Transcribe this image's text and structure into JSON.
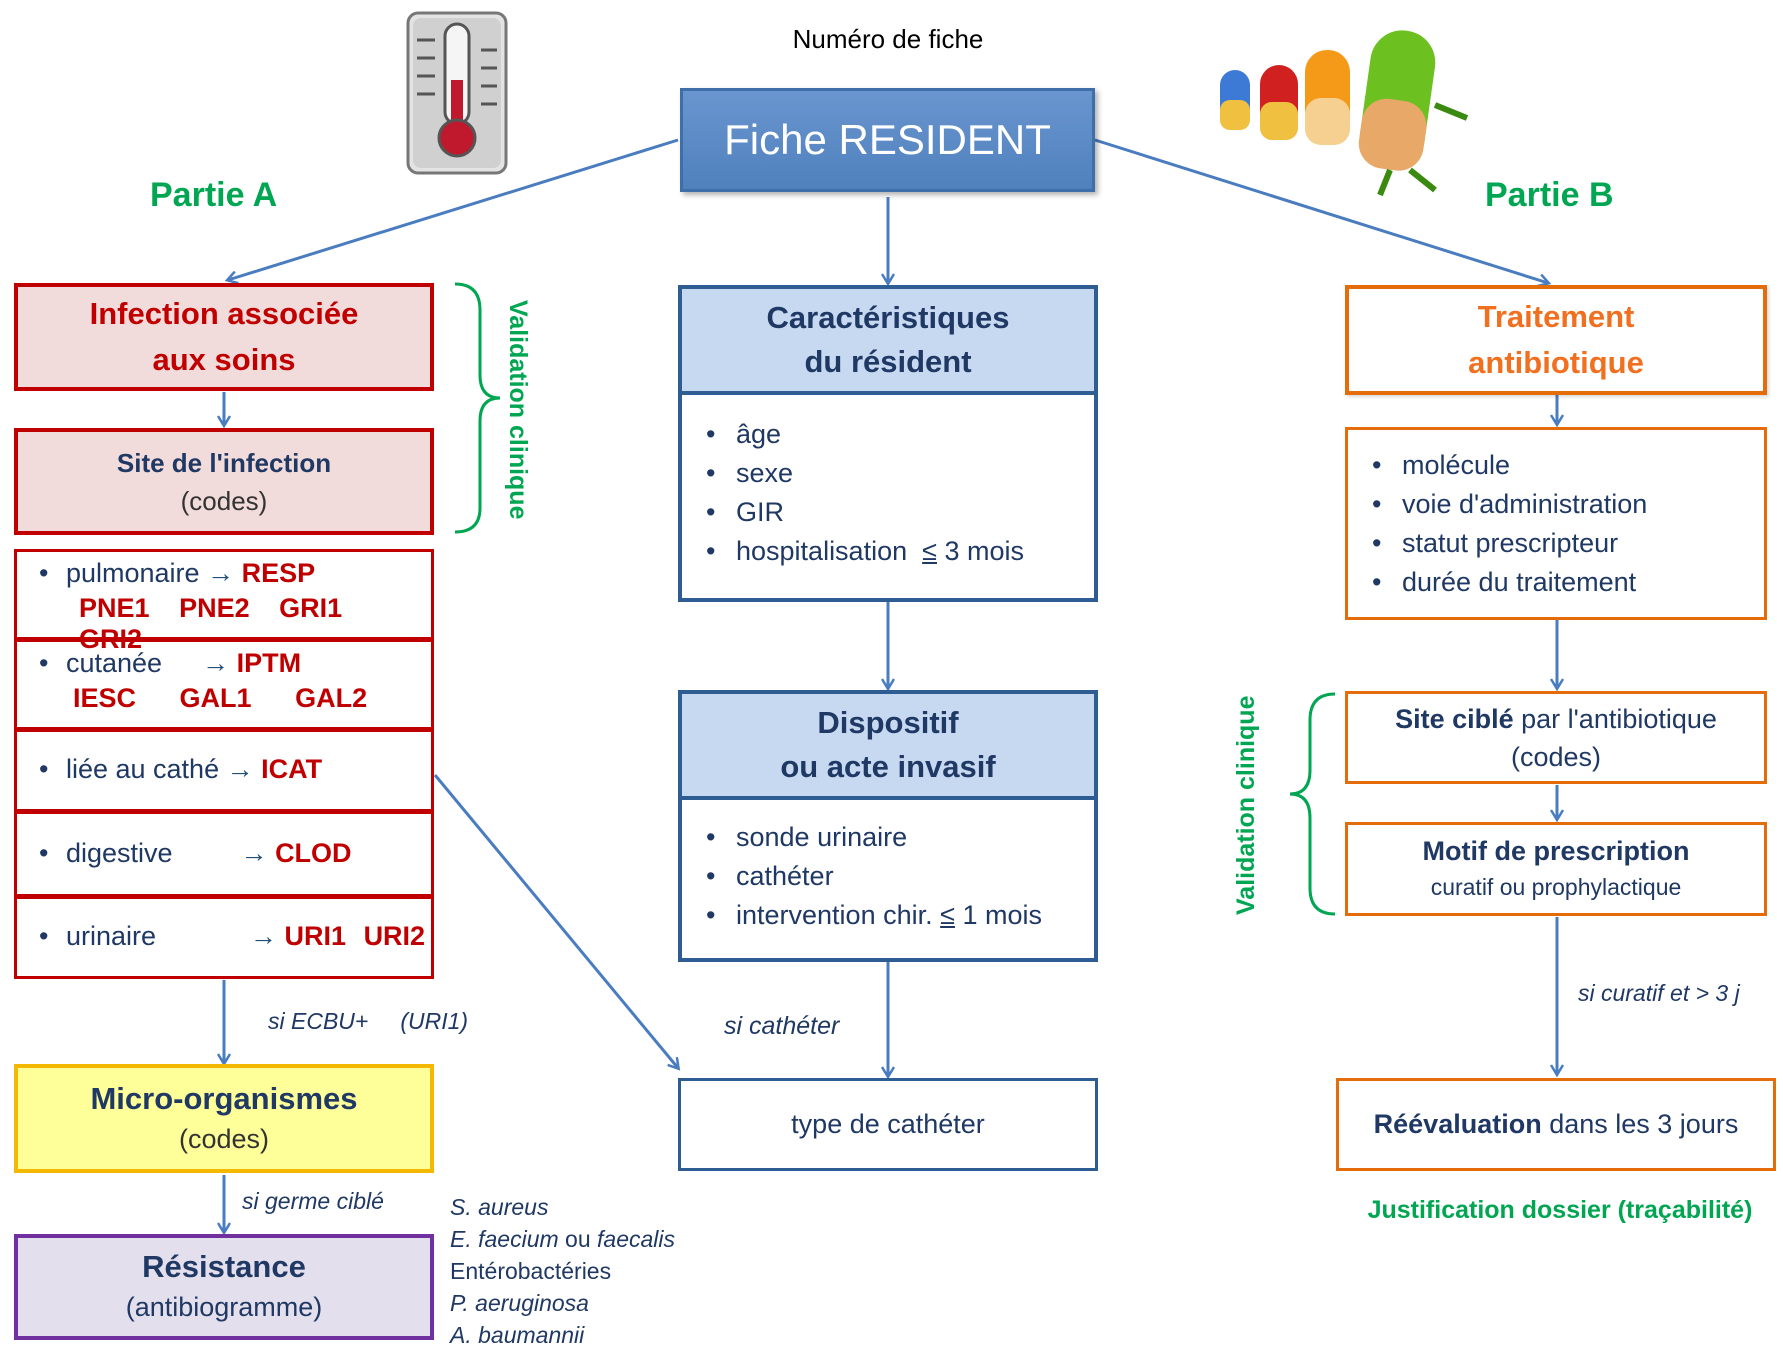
{
  "header": {
    "fiche_number_label": "Numéro de fiche",
    "title": "Fiche RESIDENT",
    "part_a": "Partie A",
    "part_b": "Partie B"
  },
  "icons": {
    "thermometer": "thermometer-icon",
    "pills": "pills-icon"
  },
  "left": {
    "ias_line1": "Infection associée",
    "ias_line2": "aux soins",
    "site_title": "Site de l'infection",
    "site_sub": "(codes)",
    "validation": "Validation clinique",
    "sites": [
      {
        "label": "pulmonaire",
        "code": "RESP",
        "subcodes": [
          "PNE1",
          "PNE2",
          "GRI1",
          "GRI2"
        ]
      },
      {
        "label": "cutanée",
        "code": "IPTM",
        "subcodes": [
          "IESC",
          "GAL1",
          "GAL2"
        ]
      },
      {
        "label": "liée au cathé",
        "code": "ICAT"
      },
      {
        "label": "digestive",
        "code": "CLOD"
      },
      {
        "label": "urinaire",
        "code": "URI1",
        "code2": "URI2"
      }
    ],
    "ecbu_condition": "si ECBU+",
    "ecbu_code": "(URI1)",
    "micro_title": "Micro-organismes",
    "micro_sub": "(codes)",
    "germ_condition": "si germe ciblé",
    "res_title": "Résistance",
    "res_sub": "(antibiogramme)",
    "germs": {
      "g1": "S. aureus",
      "g2a": "E. faecium",
      "g2b": " ou ",
      "g2c": "faecalis",
      "g3": "Entérobactéries",
      "g4": "P. aeruginosa",
      "g5": "A. baumannii"
    }
  },
  "center": {
    "carac_line1": "Caractéristiques",
    "carac_line2": "du résident",
    "carac_items": [
      "âge",
      "sexe",
      "GIR"
    ],
    "carac_hosp": "hospitalisation",
    "carac_hosp_sym": "≤",
    "carac_hosp_val": "3 mois",
    "disp_line1": "Dispositif",
    "disp_line2": "ou acte invasif",
    "disp_items": [
      "sonde urinaire",
      "cathéter"
    ],
    "disp_interv": "intervention chir.",
    "disp_interv_sym": "≤",
    "disp_interv_val": "1 mois",
    "cath_condition": "si cathéter",
    "cath_type": "type de cathéter"
  },
  "right": {
    "trait_line1": "Traitement",
    "trait_line2": "antibiotique",
    "trait_items": [
      "molécule",
      "voie d'administration",
      "statut prescripteur",
      "durée du traitement"
    ],
    "validation": "Validation clinique",
    "site_bold": "Site ciblé",
    "site_rest": " par l'antibiotique",
    "site_sub": "(codes)",
    "motif_title": "Motif de prescription",
    "motif_sub": "curatif ou prophylactique",
    "curatif_condition": "si curatif et > 3 j",
    "reeval_bold": "Réévaluation",
    "reeval_rest": " dans les 3 jours",
    "justification": "Justification dossier (traçabilité)"
  },
  "colors": {
    "red_border": "#c00000",
    "red_fill": "#f2dcdb",
    "blue_border": "#2e5d94",
    "blue_fill": "#c6d9f1",
    "orange_border": "#e46c0a",
    "yellow_border": "#f5b800",
    "yellow_fill": "#ffff99",
    "purple_border": "#7030a0",
    "purple_fill": "#e4dfec",
    "green_text": "#00a651",
    "arrow": "#4a7cc0"
  }
}
